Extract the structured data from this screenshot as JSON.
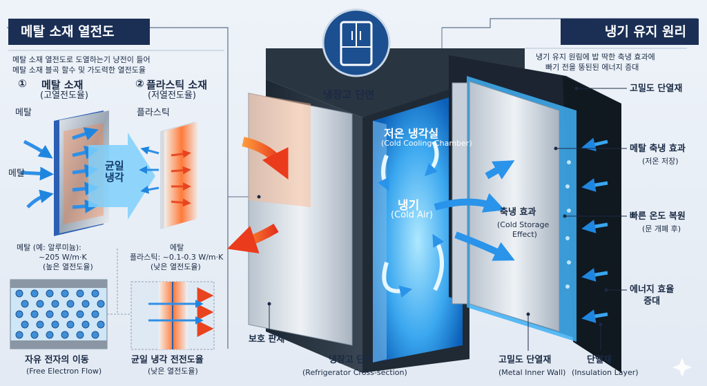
{
  "left": {
    "header": "메탈 소재 열전도",
    "desc1": "메탈 소재 열전도로 도열하는기 냥전이 들어",
    "desc2": "메탈 소재 블곡 할수 및 가도력한 열전도율",
    "item1_num": "①",
    "item1_title": "메탈 소재",
    "item1_sub": "(고열전도율)",
    "item2_num": "②",
    "item2_title": "플라스틱 소재",
    "item2_sub": "(저열전도율)",
    "label_metal": "메탈",
    "label_metal2": "메탈",
    "label_plastic": "플라스틱",
    "uniform_cool": "균일\n냉각",
    "metal_spec1": "메탈 (예: 알루미늄):",
    "metal_spec2": "~205 W/m·K",
    "metal_spec3": "(높은 열전도율)",
    "plastic_spec1": "에탈",
    "plastic_spec2": "플라스틱: ~0.1-0.3 W/m·K",
    "plastic_spec3": "(낮은 열전도율)",
    "electron_title": "자유 전자의 이동",
    "electron_sub": "(Free Electron Flow)",
    "uniform_title": "균일 냉각 전전도율",
    "uniform_sub": "(낮은 열전도율)"
  },
  "center": {
    "fridge_icon": "refrigerator-icon",
    "section_title": "냉장고 단면",
    "chamber_title": "저온 냉각실",
    "chamber_sub": "(Cold Cooling Chamber)",
    "cold_air": "냉기",
    "cold_air_sub": "(Cold Air)",
    "storage": "축냉 효과",
    "storage_sub1": "(Cold Storage",
    "storage_sub2": "Effect)",
    "panel_label": "보호 판제",
    "bottom_title": "냉장고 단면",
    "bottom_sub": "(Refrigerator Cross-section)",
    "wall_title": "고밀도 단열재",
    "wall_sub": "(Metal Inner Wall)",
    "insul_title": "단열재",
    "insul_sub": "(Insulation Layer)"
  },
  "right": {
    "header": "냉기 유지 원리",
    "desc1": "냉기 유지 원림에 밥 딱한 축냉 효과에",
    "desc2": "빠기 전을 뚱된된 에너지 증대",
    "c1": "고밀도 단열재",
    "c2": "메탈 축냉 효과",
    "c2_sub": "(저온 저장)",
    "c3": "빠른 온도 복원",
    "c3_sub": "(문 개폐 후)",
    "c4": "에너지 효율\n증대"
  }
}
